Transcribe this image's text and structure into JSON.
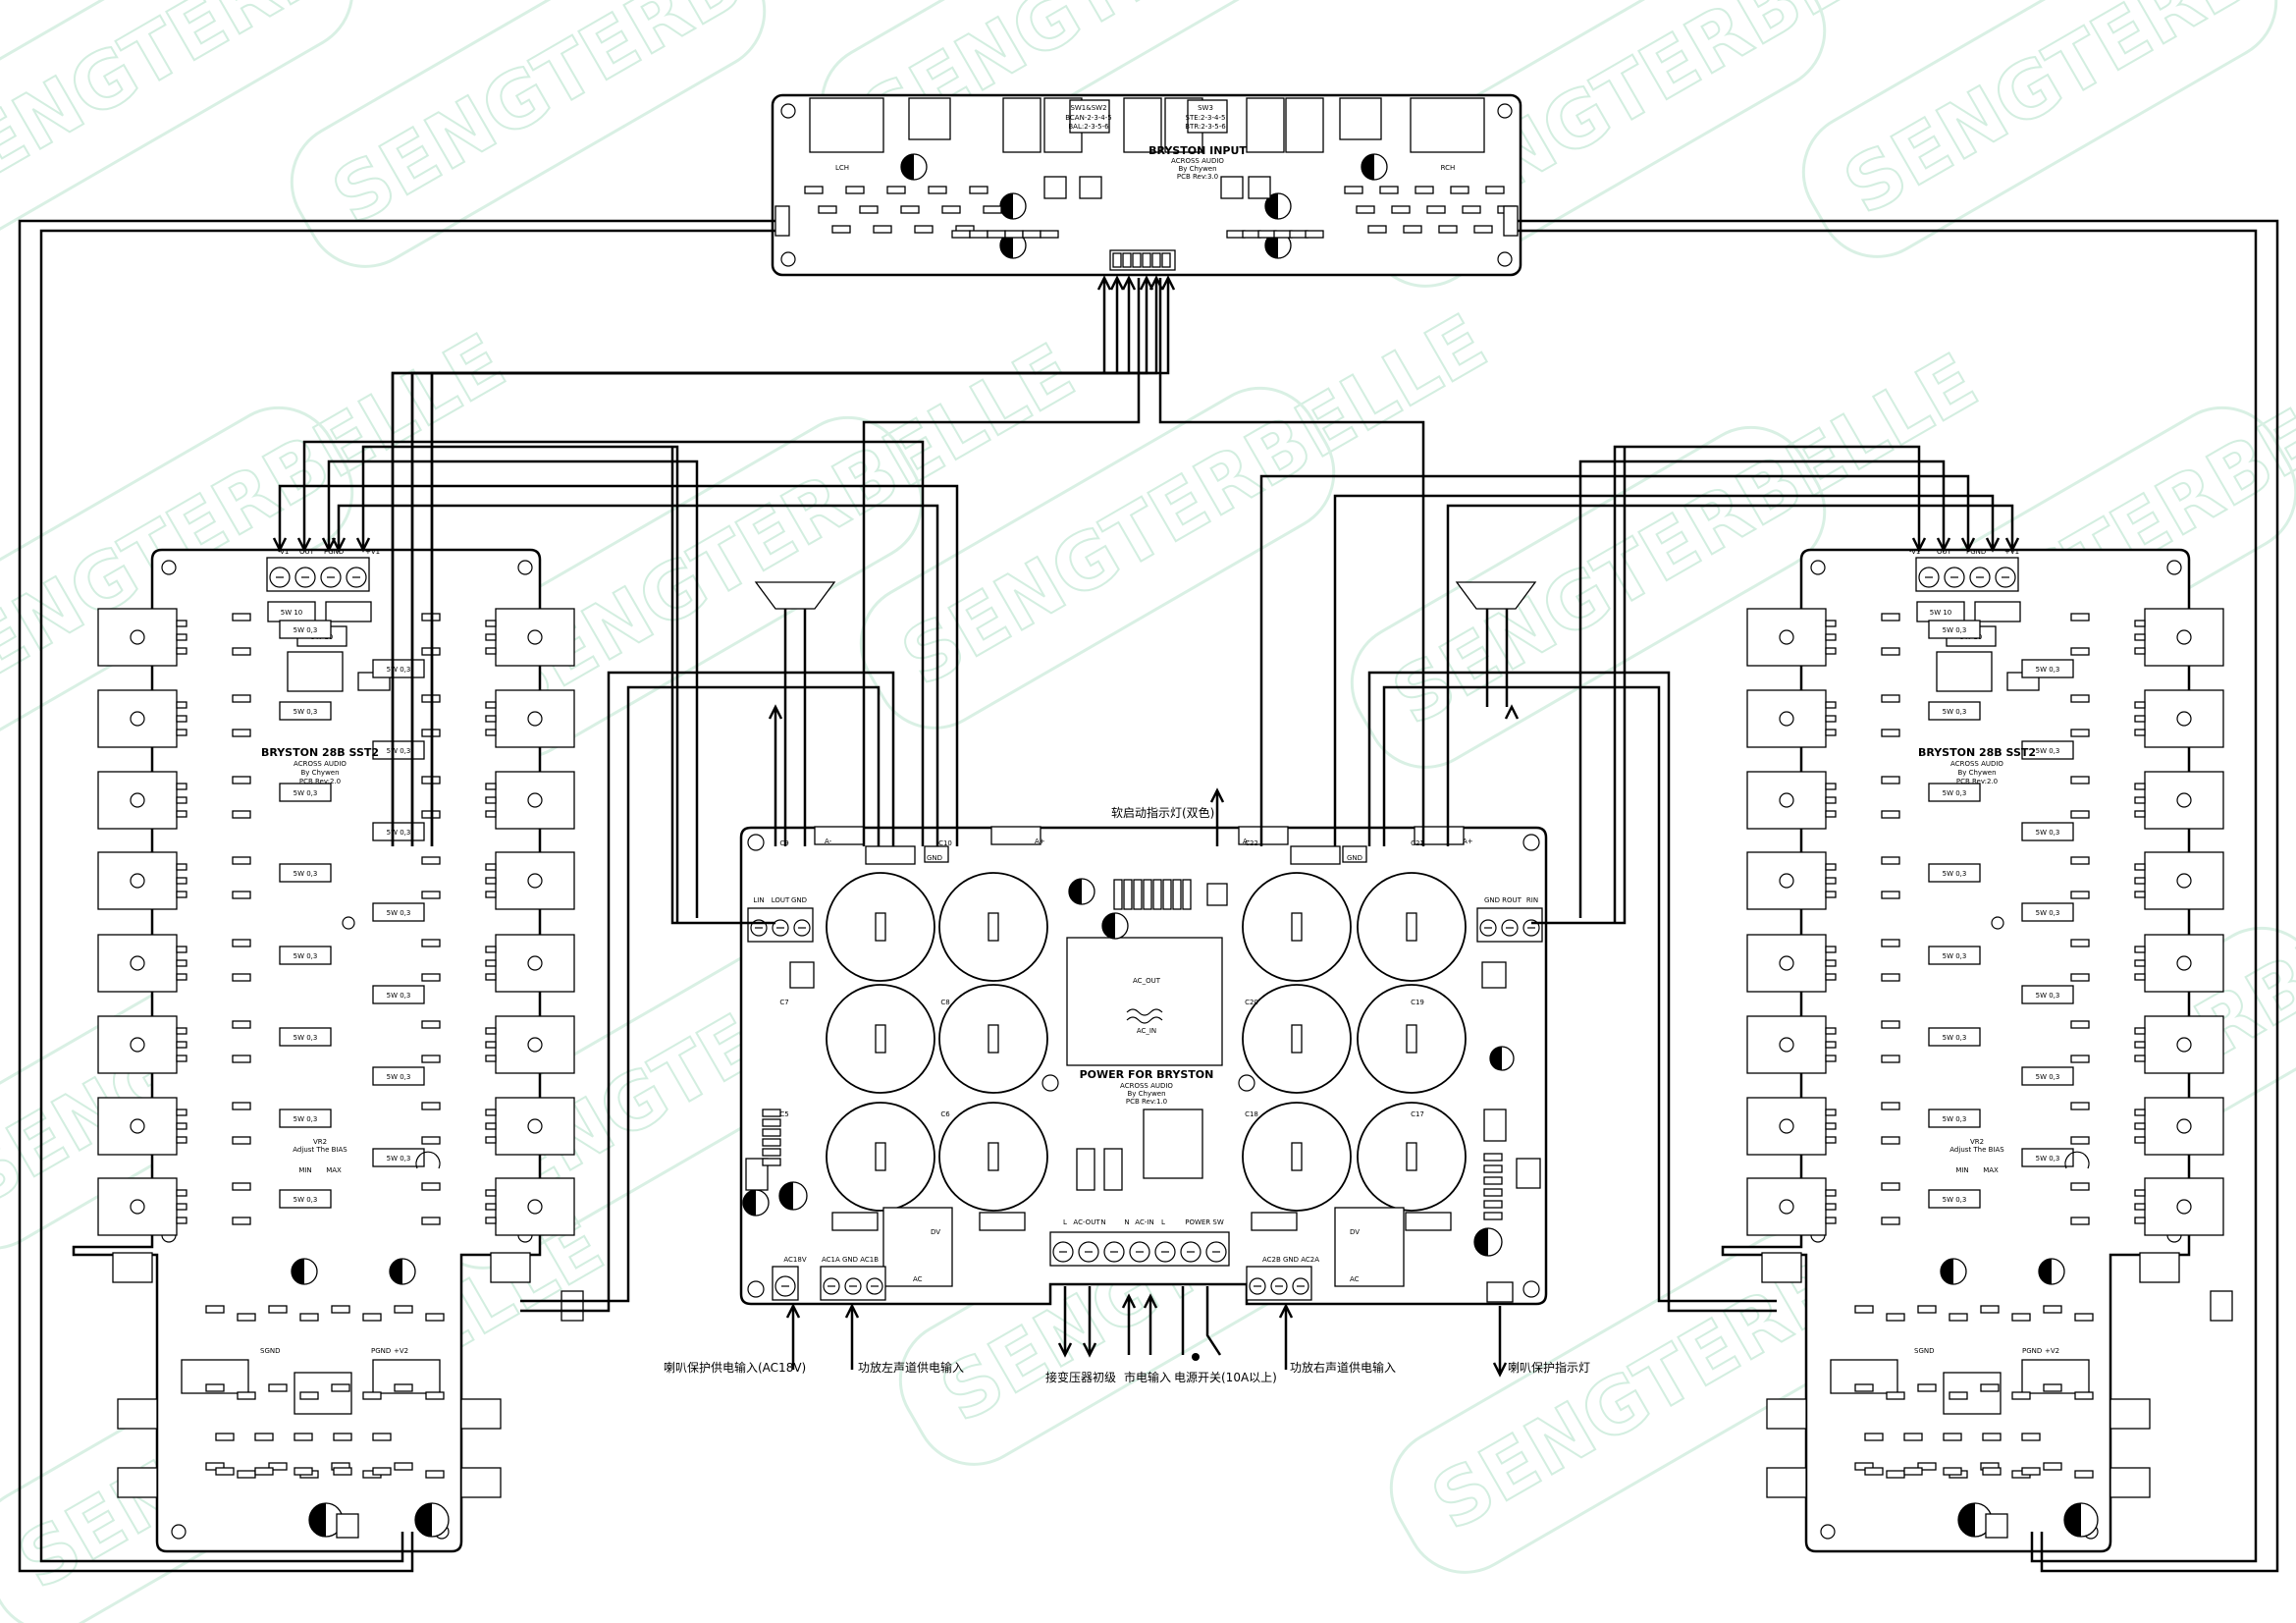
{
  "watermark": "SENGTERBELLE",
  "input_board": {
    "title": "BRYSTON INPUT",
    "author": "ACROSS AUDIO",
    "by": "By Chywen",
    "rev": "PCB Rev:3.0",
    "switch_left": [
      "SW1&SW2",
      "BCAN-2-3-4-5",
      "BAL:2-3-5-6"
    ],
    "switch_right": [
      "SW3",
      "STE:2-3-4-5",
      "BTR:2-3-5-6"
    ],
    "left_channel": "LCH",
    "right_channel": "RCH"
  },
  "amp_board": {
    "title": "BRYSTON 28B SST2",
    "author": "ACROSS AUDIO",
    "by": "By Chywen",
    "rev": "PCB Rev:2.0",
    "adjust": "Adjust The BIAS",
    "min": "MIN",
    "max": "MAX",
    "resistor": "5W 0,3",
    "resistor2": "5W 10",
    "header_pins": [
      "-V1",
      "OUT",
      "PGND",
      "+V1"
    ],
    "pgnd": "PGND",
    "v2": "+V2",
    "sgnd": "SGND",
    "vr_label": "VR2"
  },
  "power_board": {
    "title": "POWER FOR BRYSTON",
    "author": "ACROSS AUDIO",
    "by": "By Chywen",
    "rev": "PCB Rev:1.0",
    "ac_out": "AC_OUT",
    "ac_in": "AC_IN",
    "caps_left": [
      "C9",
      "C10",
      "C7",
      "C8",
      "C5",
      "C6"
    ],
    "caps_right": [
      "C22",
      "C21",
      "C20",
      "C19",
      "C18",
      "C17"
    ],
    "left_header": [
      "LIN",
      "LOUT",
      "GND"
    ],
    "right_header": [
      "GND",
      "ROUT",
      "RIN"
    ],
    "bottom_terms": [
      "L",
      "AC-OUT",
      "N",
      "N",
      "AC-IN",
      "L",
      "POWER SW"
    ],
    "ac18v": "AC18V",
    "ac_left": "AC1A GND AC1B",
    "ac_right": "AC2B GND AC2A",
    "gnd_top": "GND",
    "a_minus": "A-",
    "a_plus": "A+",
    "dv": "DV",
    "ac": "AC"
  },
  "annotations": {
    "soft_start_led": "软启动指示灯(双色)",
    "speaker_protect_in": "喇叭保护供电输入(AC18V)",
    "left_amp_power": "功放左声道供电输入",
    "transformer_primary": "接变压器初级",
    "mains_in": "市电输入",
    "power_switch": "电源开关(10A以上)",
    "right_amp_power": "功放右声道供电输入",
    "speaker_protect_led": "喇叭保护指示灯"
  }
}
